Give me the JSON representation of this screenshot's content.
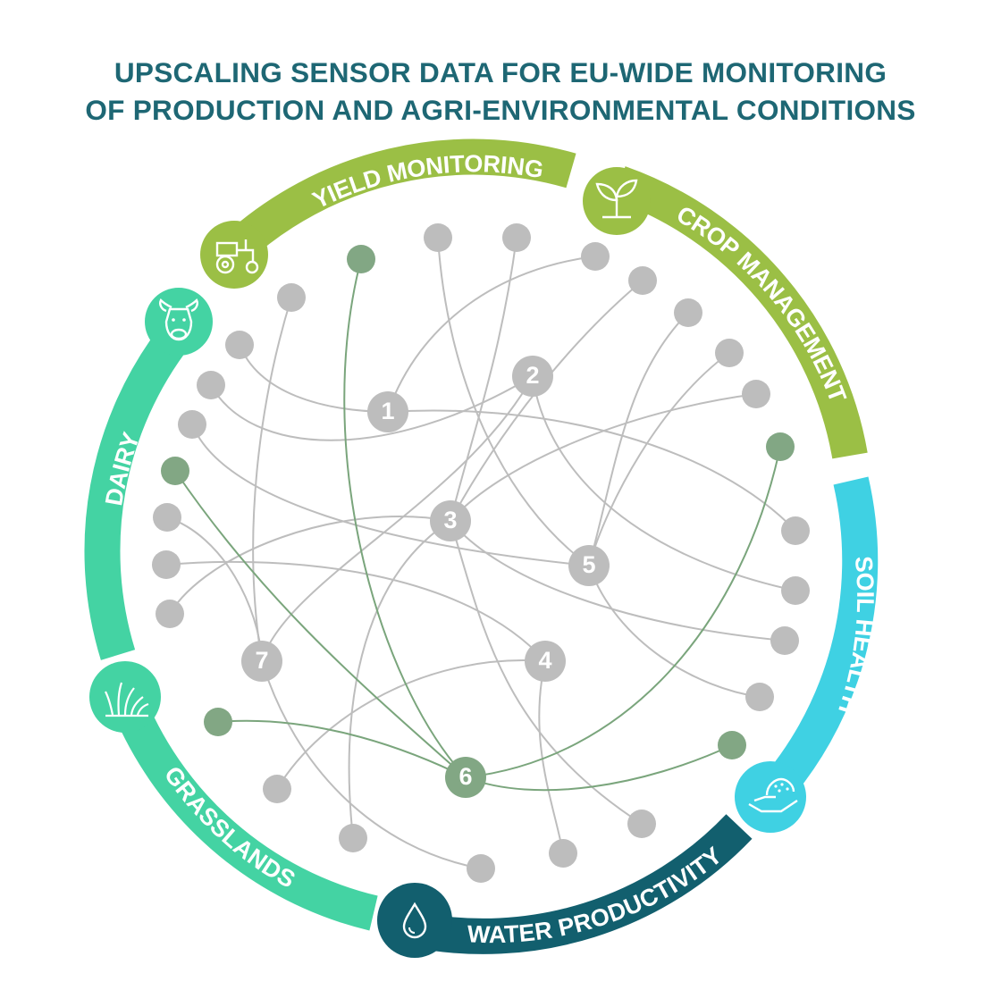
{
  "title": {
    "line1": "UPSCALING SENSOR DATA FOR EU-WIDE MONITORING",
    "line2": "OF PRODUCTION AND AGRI-ENVIRONMENTAL CONDITIONS"
  },
  "colors": {
    "title": "#1e6774",
    "yield_monitoring": "#9bbf45",
    "crop_management": "#9bbf45",
    "soil_health": "#3fd1e3",
    "water_productivity": "#125f6e",
    "grasslands": "#44d3a3",
    "dairy": "#44d3a3",
    "gray_node": "#bdbdbd",
    "gray_line": "#bdbdbd",
    "green_node": "#82a784",
    "green_line": "#7aa57c"
  },
  "segments": {
    "yield_monitoring": {
      "label": "YIELD MONITORING",
      "icon": "tractor-icon"
    },
    "crop_management": {
      "label": "CROP MANAGEMENT",
      "icon": "sprout-icon"
    },
    "soil_health": {
      "label": "SOIL HEALTH",
      "icon": "hand-soil-icon"
    },
    "water_productivity": {
      "label": "WATER PRODUCTIVITY",
      "icon": "water-drop-icon"
    },
    "grasslands": {
      "label": "GRASSLANDS",
      "icon": "grass-icon"
    },
    "dairy": {
      "label": "DAIRY",
      "icon": "cow-icon"
    }
  },
  "nodes": {
    "n1": "1",
    "n2": "2",
    "n3": "3",
    "n4": "4",
    "n5": "5",
    "n6": "6",
    "n7": "7"
  }
}
